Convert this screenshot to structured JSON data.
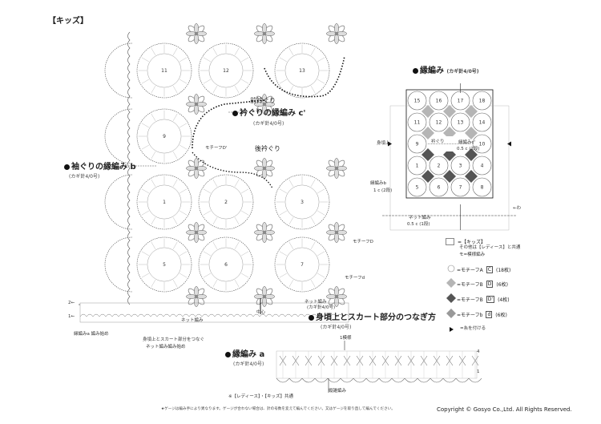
{
  "header": {
    "section_title": "【キッズ】"
  },
  "main_diagram": {
    "motif_numbers_top": [
      "11",
      "12",
      "13"
    ],
    "motif_number_left_mid": "9",
    "motif_numbers_mid": [
      "1",
      "2",
      "3"
    ],
    "motif_numbers_bottom": [
      "5",
      "6",
      "7"
    ],
    "front_neck_label": "前衿ぐり",
    "neck_edging_title": "衿ぐりの縁編み c'",
    "neck_edging_hook": "(カギ針4/0号)",
    "back_neck_label": "後衿ぐり",
    "motif_d_prime_label": "モチーフD'",
    "sleeve_edging_title": "袖ぐりの縁編み b",
    "sleeve_edging_hook": "(カギ針4/0号)",
    "motif_D_label": "モチーフD",
    "motif_d_label": "モチーフd",
    "net_stitch_right": "ネット編み",
    "net_stitch_right_sub": "(カギ針4/0号)",
    "center_label": "中心",
    "row_marks": [
      "2←",
      "1←"
    ],
    "net_stitch_bottom": "ネット編み",
    "edging_a_start": "縁編みa 編み始め",
    "join_note_1": "身頃上とスカート部分をつなぐ",
    "join_note_2": "ネット編み編み始め"
  },
  "join_section": {
    "title": "身頃上とスカート部分のつなぎ方",
    "hook": "(カギ針4/0号)"
  },
  "edging_a": {
    "title": "縁編み a",
    "hook": "(カギ針4/0号)",
    "repeat_label": "1模様",
    "vertical_label": "縦雑編み",
    "row_marks": [
      "4",
      "1"
    ]
  },
  "edging_chart": {
    "title": "縁編み",
    "hook": "(カギ針4/0号)",
    "grid": [
      [
        "15",
        "16",
        "17",
        "18"
      ],
      [
        "11",
        "12",
        "13",
        "14"
      ],
      [
        "9",
        "",
        "",
        "10"
      ],
      [
        "1",
        "2",
        "3",
        "4"
      ],
      [
        "5",
        "6",
        "7",
        "8"
      ]
    ],
    "label_upper": "身頃上",
    "label_neck": "衿ぐり",
    "label_edge": "縁編みc'",
    "label_edge_sub": "0.5 c (1段)",
    "label_sleeve": "縁編みb",
    "label_sleeve_sub": "1 c (2段)",
    "label_net": "ネット編み",
    "label_net_sub": "0.5 c (1段)",
    "label_wa": "←わ"
  },
  "legend": {
    "kids": "=【キッズ】",
    "note1": "その他は【レディース】と共通",
    "note2": "モ=模様編み",
    "items": [
      {
        "name": "=モチーフA",
        "code": "C",
        "count": "(18枚)"
      },
      {
        "name": "=モチーフB",
        "code": "D",
        "count": "(6枚)"
      },
      {
        "name": "=モチーフB",
        "code": "D'",
        "count": "(4枚)"
      },
      {
        "name": "=モチーフb",
        "code": "d",
        "count": "(6枚)"
      }
    ],
    "attach_note": "=糸を付ける"
  },
  "footer": {
    "note": "★ゲージは編み手により異なります。ゲージが合わない場合は、針の号数を変えて編んでください。又はゲージを取り直して編んでください。",
    "shared": "※【レディース】・【キッズ】共通",
    "copyright": "Copyright © Gosyo Co.,Ltd. All Rights Reserved."
  },
  "colors": {
    "line": "#555555",
    "fill_gray": "#b5b5b5",
    "fill_dark": "#555555",
    "motif_fill": "#8a8a8a"
  }
}
